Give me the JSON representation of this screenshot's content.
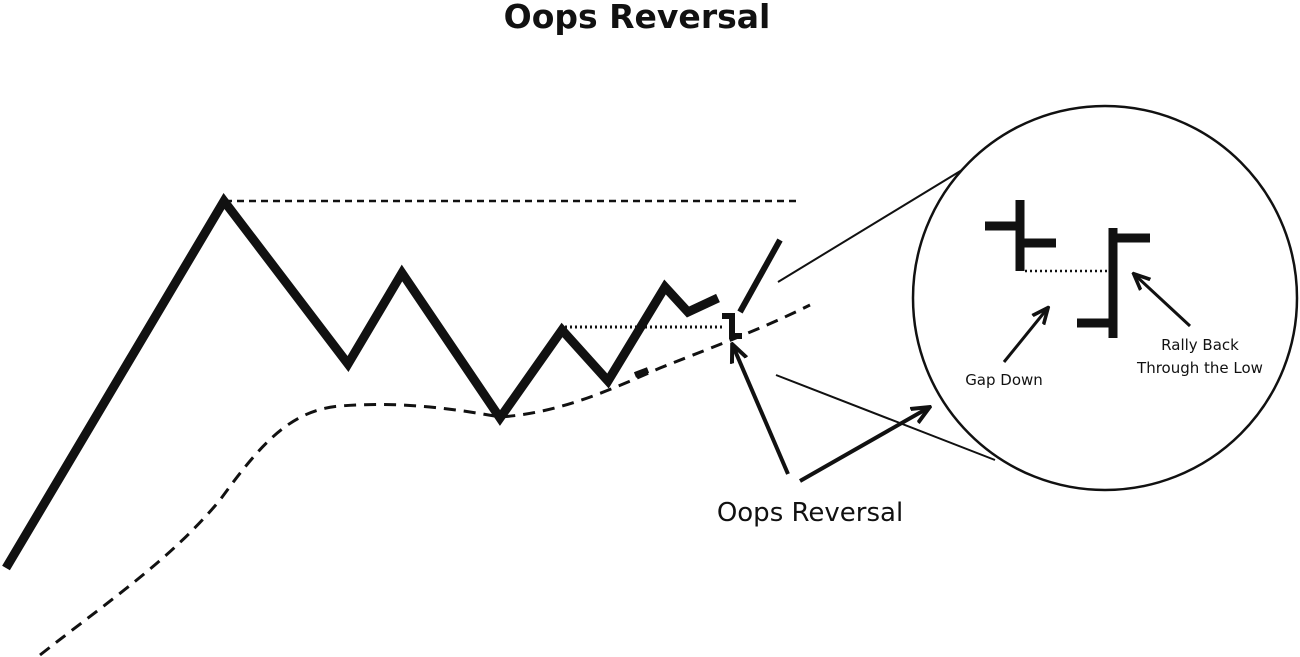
{
  "title": "Oops Reversal",
  "callout_label": "Oops Reversal",
  "zoom": {
    "gap_down_label": "Gap Down",
    "rally_label_line1": "Rally Back",
    "rally_label_line2": "Through the Low"
  },
  "colors": {
    "ink": "#111111",
    "background": "#ffffff"
  }
}
